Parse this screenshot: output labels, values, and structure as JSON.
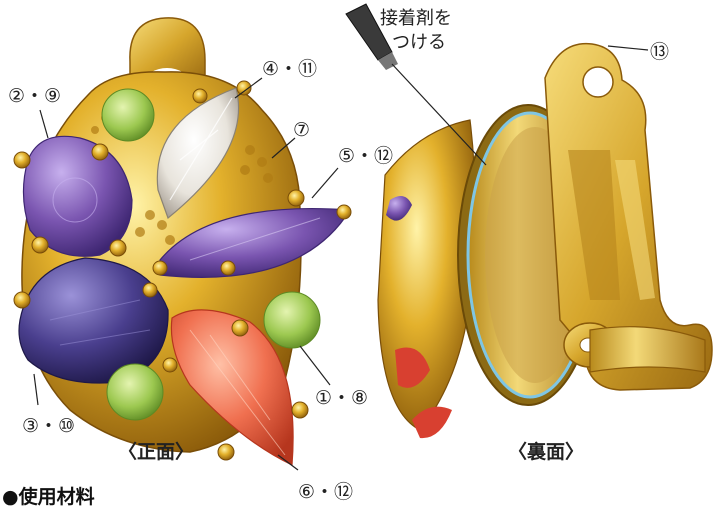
{
  "labels": {
    "l_2_9": "②・⑨",
    "l_4_11": "④・⑪",
    "l_7": "⑦",
    "l_5_12": "⑤・⑫",
    "l_1_8": "①・⑧",
    "l_3_10": "③・⑩",
    "l_6_12": "⑥・⑫",
    "l_13": "⑬"
  },
  "captions": {
    "front": "〈正面〉",
    "back": "〈裏面〉"
  },
  "glue": {
    "line1": "接着剤を",
    "line2": "つける"
  },
  "materials_heading": "●使用材料",
  "colors": {
    "gold": "#d9a520",
    "purple": "#7a55b0",
    "tanzanite": "#4a3f8e",
    "coral": "#f07050",
    "peridot": "#9cc850",
    "crystal": "#e8e4dc",
    "glue_line": "#7fc6e4"
  }
}
